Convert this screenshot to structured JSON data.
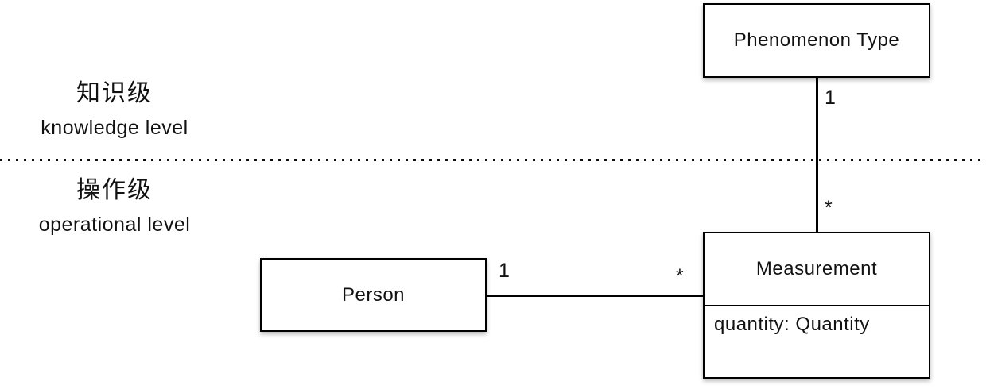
{
  "diagram": {
    "type": "uml-class-diagram",
    "colors": {
      "background": "#ffffff",
      "line": "#000000",
      "text": "#111111"
    },
    "levels": {
      "knowledge": {
        "zh": "知识级",
        "en": "knowledge level"
      },
      "operational": {
        "zh": "操作级",
        "en": "operational level"
      }
    },
    "classes": [
      {
        "name": "Phenomenon Type",
        "level": "knowledge",
        "attributes": []
      },
      {
        "name": "Person",
        "level": "operational",
        "attributes": []
      },
      {
        "name": "Measurement",
        "level": "operational",
        "attributes": [
          "quantity: Quantity"
        ]
      }
    ],
    "associations": [
      {
        "from": "Phenomenon Type",
        "to": "Measurement",
        "from_multiplicity": "1",
        "to_multiplicity": "*"
      },
      {
        "from": "Person",
        "to": "Measurement",
        "from_multiplicity": "1",
        "to_multiplicity": "*"
      }
    ]
  }
}
